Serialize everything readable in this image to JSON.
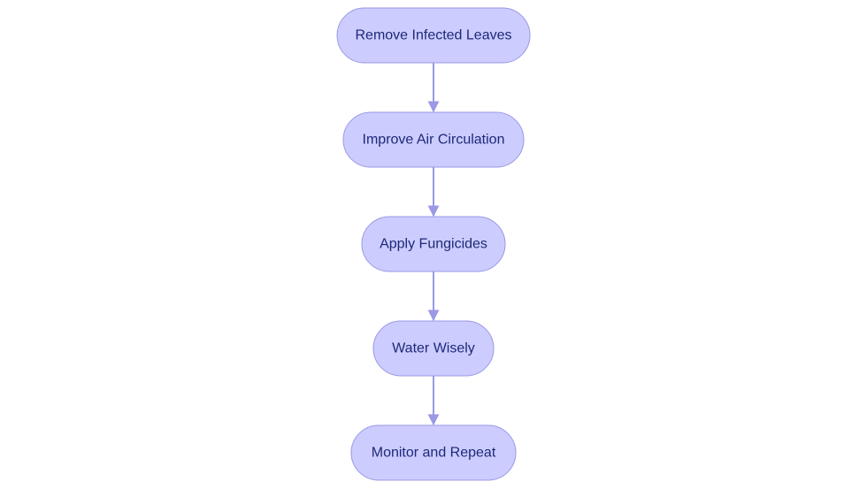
{
  "diagram": {
    "type": "flowchart",
    "direction": "top-to-bottom",
    "colors": {
      "node_fill": "#CCCCFF",
      "node_stroke": "#9999E5",
      "edge": "#9999E5",
      "text": "#1E2878"
    },
    "nodes": [
      {
        "id": "remove-infected-leaves",
        "label": "Remove Infected Leaves"
      },
      {
        "id": "improve-air-circulation",
        "label": "Improve Air Circulation"
      },
      {
        "id": "apply-fungicides",
        "label": "Apply Fungicides"
      },
      {
        "id": "water-wisely",
        "label": "Water Wisely"
      },
      {
        "id": "monitor-and-repeat",
        "label": "Monitor and Repeat"
      }
    ],
    "edges": [
      {
        "from": "remove-infected-leaves",
        "to": "improve-air-circulation"
      },
      {
        "from": "improve-air-circulation",
        "to": "apply-fungicides"
      },
      {
        "from": "apply-fungicides",
        "to": "water-wisely"
      },
      {
        "from": "water-wisely",
        "to": "monitor-and-repeat"
      }
    ]
  }
}
